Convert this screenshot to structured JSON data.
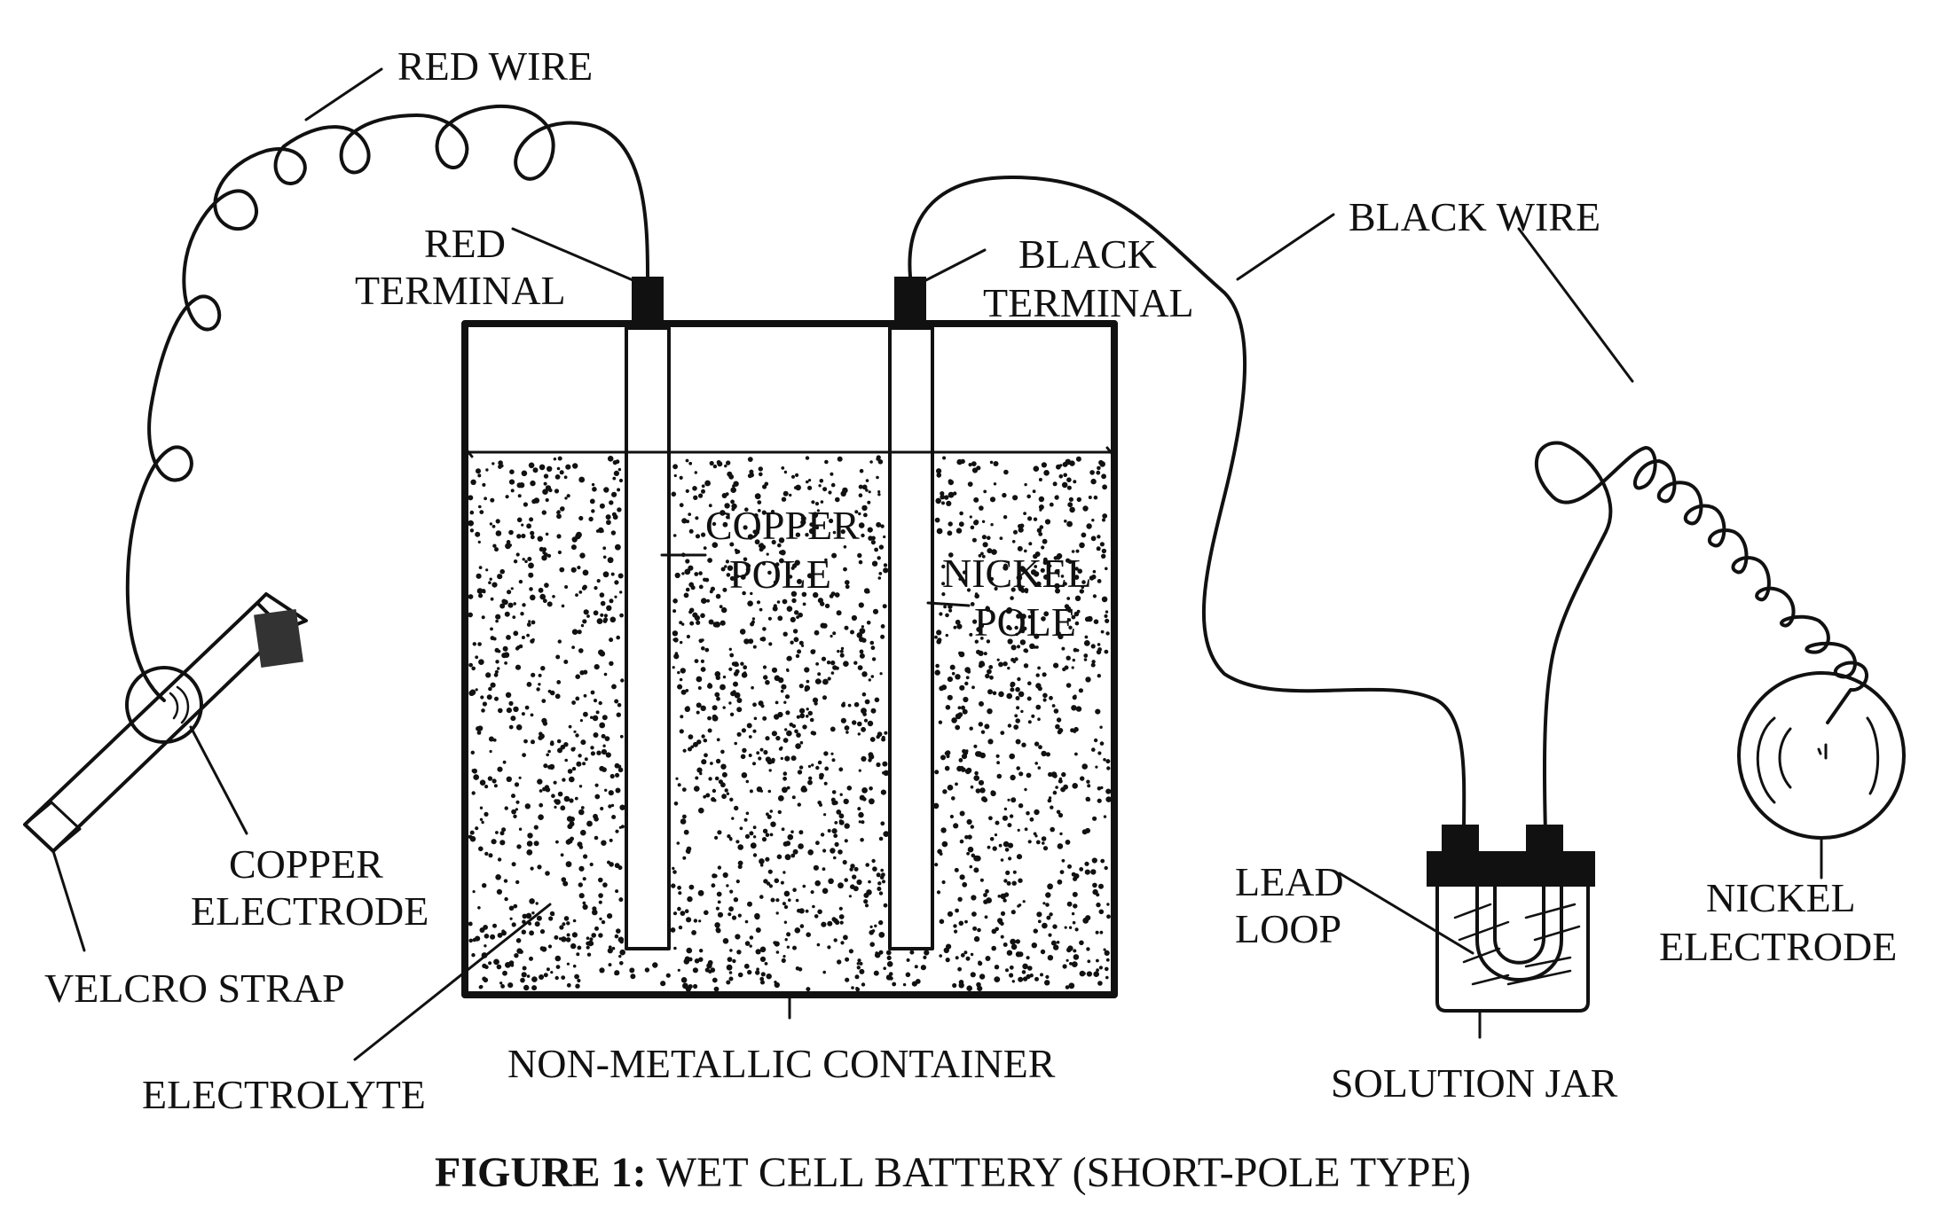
{
  "labels": {
    "red_wire": "RED WIRE",
    "red_terminal_1": "RED",
    "red_terminal_2": "TERMINAL",
    "black_terminal_1": "BLACK",
    "black_terminal_2": "TERMINAL",
    "black_wire": "BLACK WIRE",
    "copper_pole_1": "COPPER",
    "copper_pole_2": "POLE",
    "nickel_pole_1": "NICKEL",
    "nickel_pole_2": "POLE",
    "copper_electrode_1": "COPPER",
    "copper_electrode_2": "ELECTRODE",
    "velcro_strap": "VELCRO STRAP",
    "electrolyte": "ELECTROLYTE",
    "container": "NON-METALLIC CONTAINER",
    "lead_loop_1": "LEAD",
    "lead_loop_2": "LOOP",
    "solution_jar": "SOLUTION JAR",
    "nickel_electrode_1": "NICKEL",
    "nickel_electrode_2": "ELECTRODE"
  },
  "caption": {
    "bold": "FIGURE 1:",
    "text": " WET CELL BATTERY (SHORT-POLE TYPE)"
  }
}
